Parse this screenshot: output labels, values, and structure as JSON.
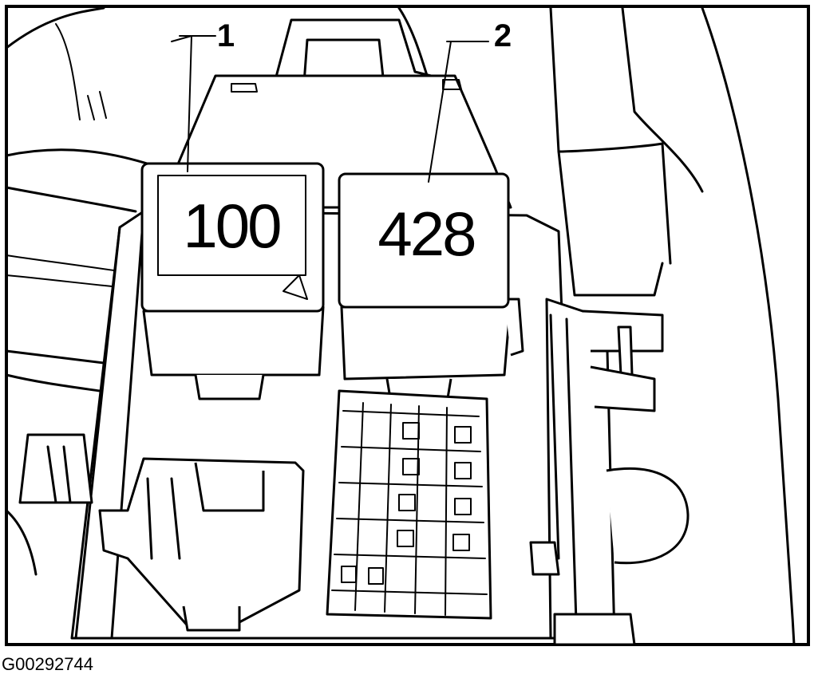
{
  "figure": {
    "callouts": [
      {
        "number": "1"
      },
      {
        "number": "2"
      }
    ],
    "relays": [
      {
        "label": "100"
      },
      {
        "label": "428"
      }
    ]
  },
  "caption": "G00292744"
}
